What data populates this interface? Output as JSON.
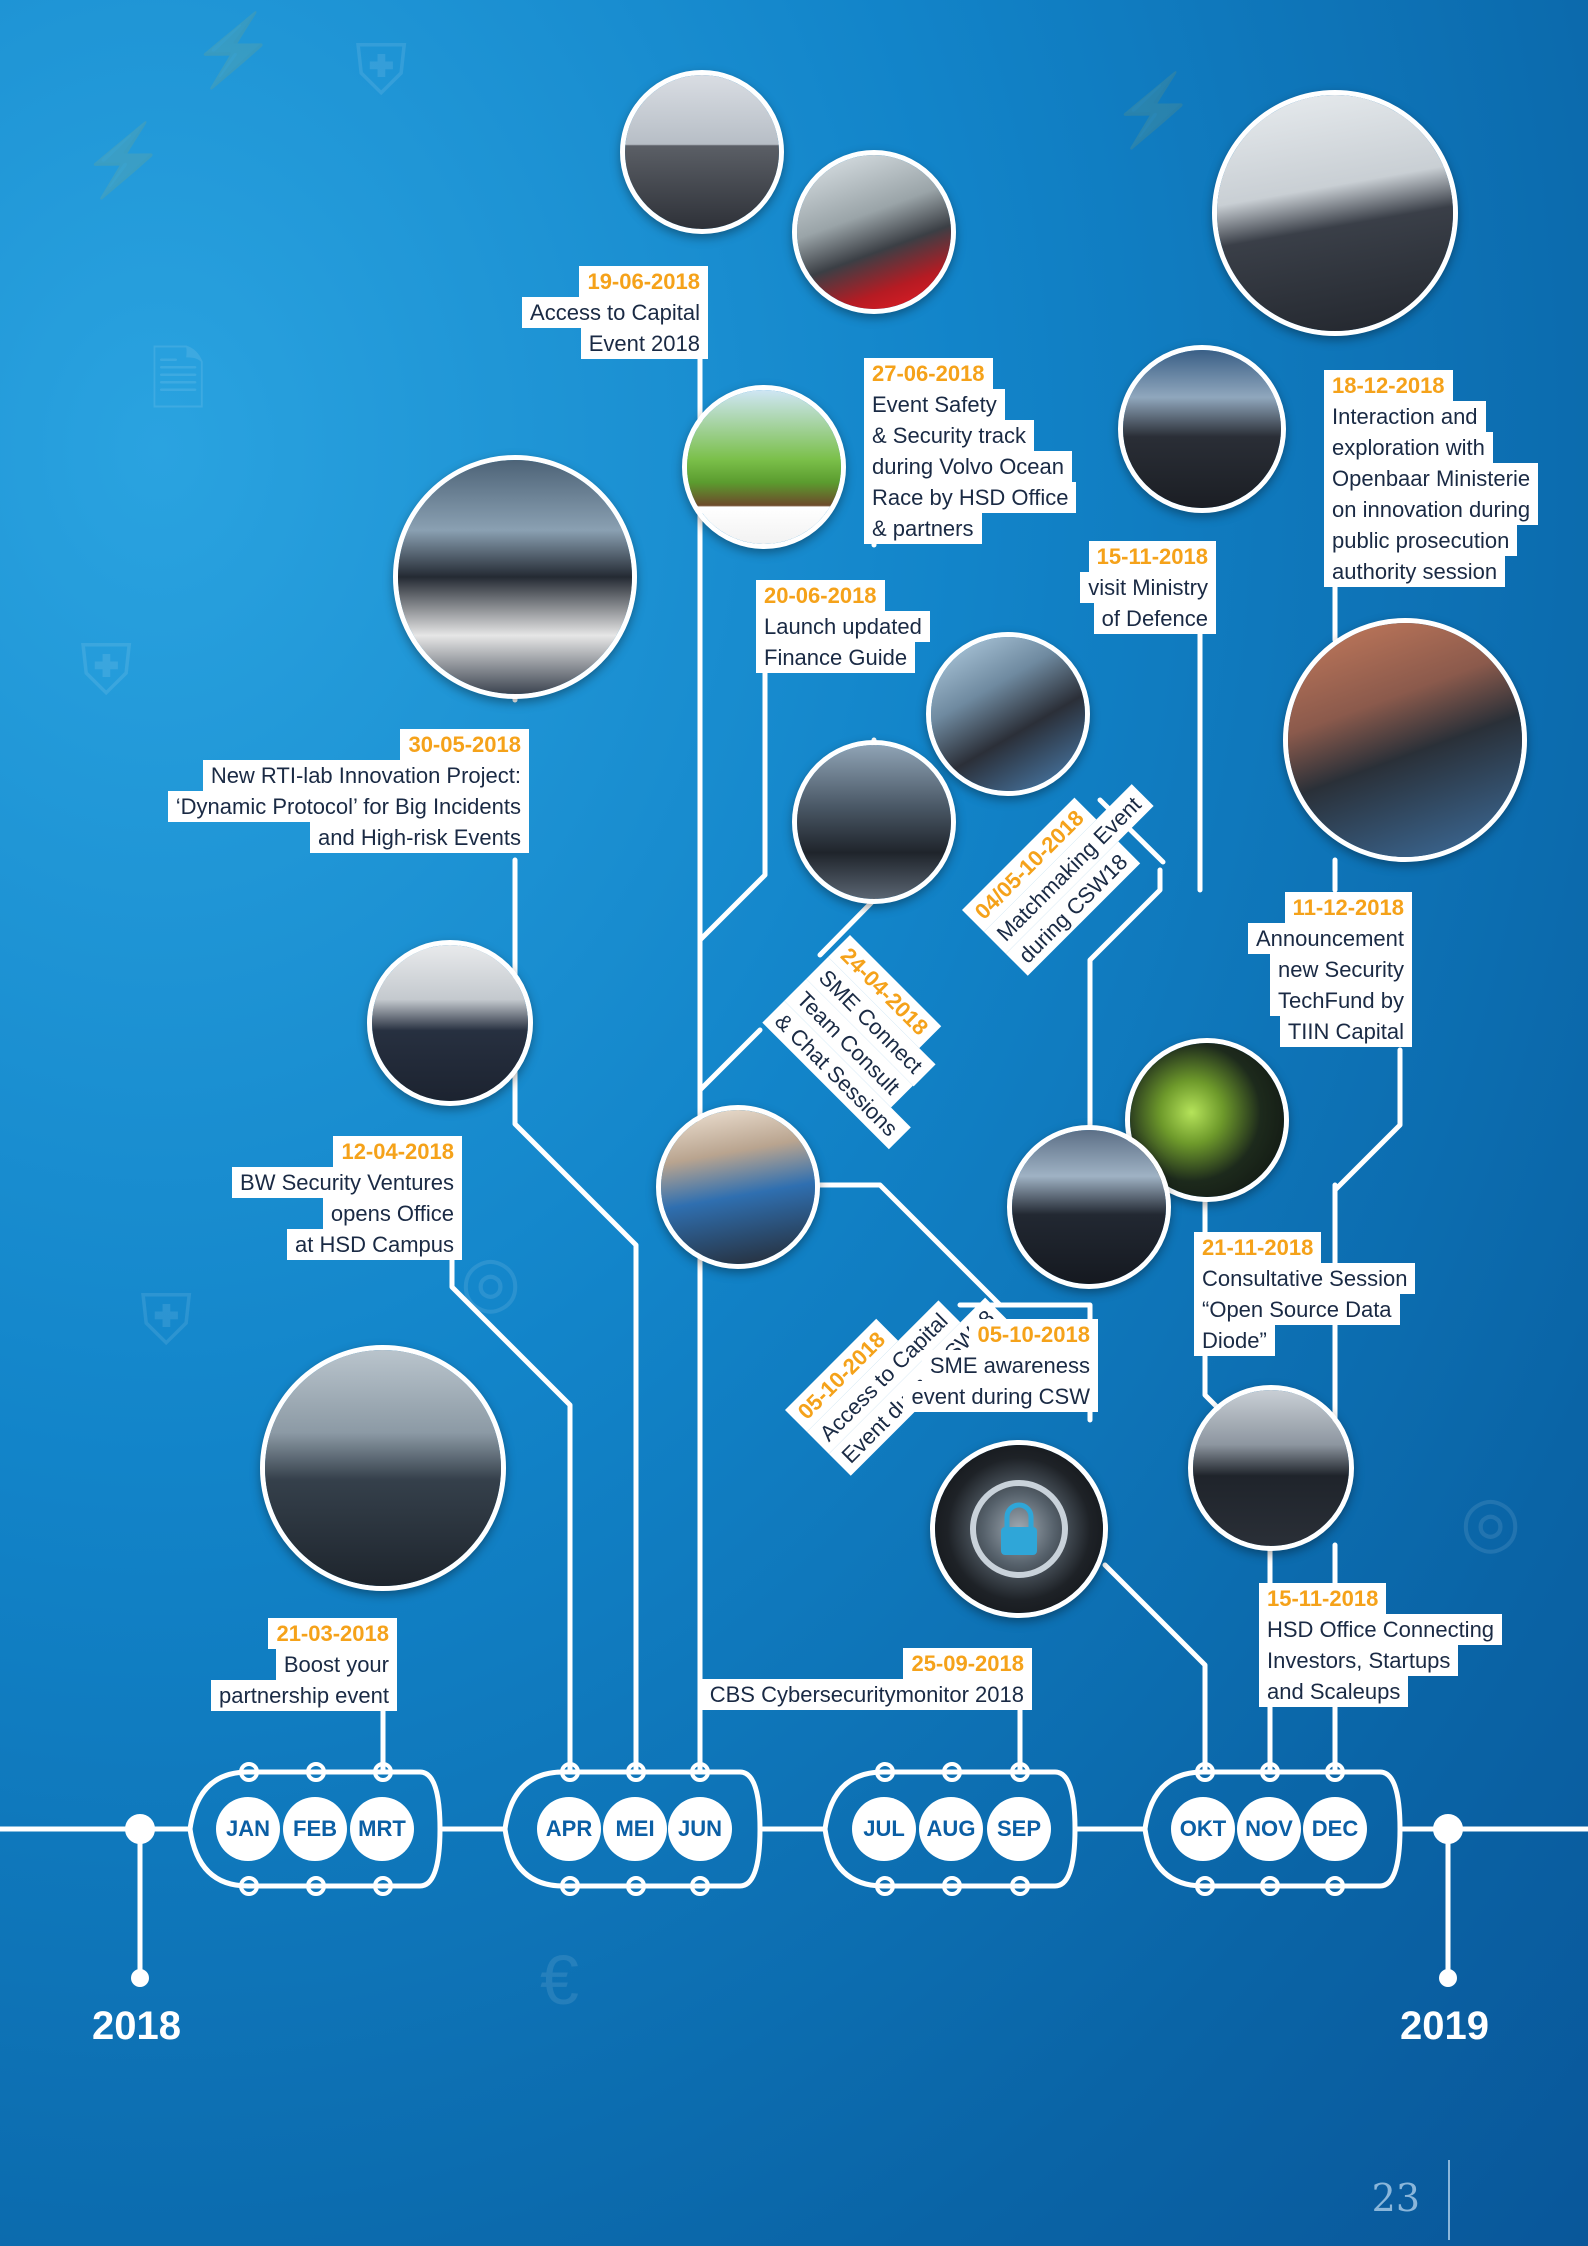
{
  "page_number": "23",
  "years": {
    "start": "2018",
    "end": "2019"
  },
  "months": [
    "JAN",
    "FEB",
    "MRT",
    "APR",
    "MEI",
    "JUN",
    "JUL",
    "AUG",
    "SEP",
    "OKT",
    "NOV",
    "DEC"
  ],
  "colors": {
    "background": "#1284c9",
    "accent_date": "#f5a21a",
    "label_text": "#1a2a44",
    "line": "#ffffff"
  },
  "events": {
    "e1": {
      "date": "19-06-2018",
      "lines": [
        "Access to Capital",
        "Event 2018"
      ]
    },
    "e2": {
      "date": "27-06-2018",
      "lines": [
        "Event Safety",
        "& Security track",
        "during Volvo Ocean",
        "Race by HSD Office",
        "& partners"
      ]
    },
    "e3": {
      "date": "18-12-2018",
      "lines": [
        "Interaction and",
        "exploration with",
        "Openbaar Ministerie",
        "on innovation during",
        "public prosecution",
        "authority session"
      ]
    },
    "e4": {
      "date": "15-11-2018",
      "lines": [
        "visit Ministry",
        "of Defence"
      ]
    },
    "e5": {
      "date": "20-06-2018",
      "lines": [
        "Launch updated",
        "Finance Guide"
      ]
    },
    "e6": {
      "date": "30-05-2018",
      "lines": [
        "New RTI-lab Innovation Project:",
        "‘Dynamic Protocol’ for Big Incidents",
        "and High-risk Events"
      ]
    },
    "e7": {
      "date": "04/05-10-2018",
      "lines": [
        "Matchmaking Event",
        "during CSW18"
      ]
    },
    "e8": {
      "date": "11-12-2018",
      "lines": [
        "Announcement",
        "new Security",
        "TechFund by",
        "TIIN Capital"
      ]
    },
    "e9": {
      "date": "24-04-2018",
      "lines": [
        "SME Connect",
        "Team Consult",
        "& Chat Sessions"
      ]
    },
    "e10": {
      "date": "12-04-2018",
      "lines": [
        "BW Security Ventures",
        "opens Office",
        "at HSD Campus"
      ]
    },
    "e11": {
      "date": "05-10-2018",
      "lines": [
        "Access to Capital",
        "Event during CSW18"
      ]
    },
    "e12": {
      "date": "21-11-2018",
      "lines": [
        "Consultative Session",
        "“Open Source Data",
        "Diode”"
      ]
    },
    "e13": {
      "date": "05-10-2018",
      "lines": [
        "SME awareness",
        "event during CSW"
      ]
    },
    "e14": {
      "date": "21-03-2018",
      "lines": [
        "Boost your",
        "partnership event"
      ]
    },
    "e15": {
      "date": "25-09-2018",
      "lines": [
        "CBS Cybersecuritymonitor 2018"
      ]
    },
    "e16": {
      "date": "15-11-2018",
      "lines": [
        "HSD Office Connecting",
        "Investors, Startups",
        "and Scaleups"
      ]
    }
  }
}
